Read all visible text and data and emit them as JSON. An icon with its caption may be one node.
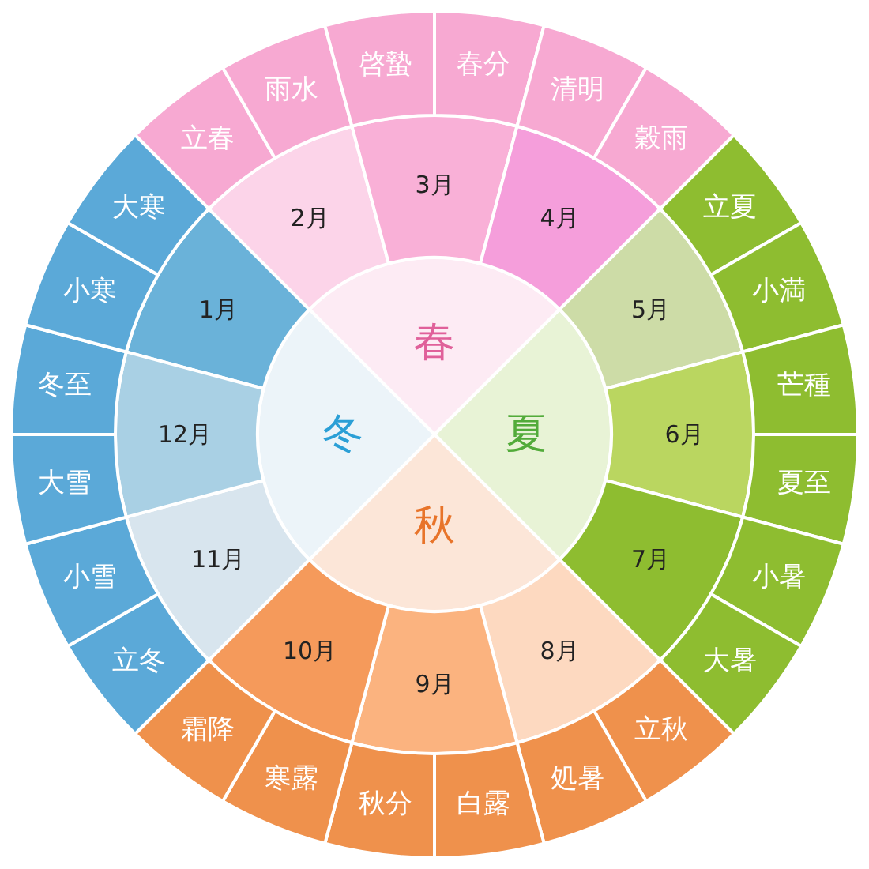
{
  "diagram": {
    "nodes": [
      {
        "text": [
          "春"
        ]
      },
      {
        "text": [
          "夏"
        ]
      },
      {
        "text": [
          "秋"
        ]
      },
      {
        "text": [
          "冬"
        ]
      },
      {
        "text": [
          "1月"
        ]
      },
      {
        "text": [
          "2月"
        ]
      },
      {
        "text": [
          "3月"
        ]
      },
      {
        "text": [
          "4月"
        ]
      },
      {
        "text": [
          "5月"
        ]
      },
      {
        "text": [
          "6月"
        ]
      },
      {
        "text": [
          "7月"
        ]
      },
      {
        "text": [
          "8月"
        ]
      },
      {
        "text": [
          "9月"
        ]
      },
      {
        "text": [
          "10月"
        ]
      },
      {
        "text": [
          "11月"
        ]
      },
      {
        "text": [
          "12月"
        ]
      },
      {
        "text": [
          "立春"
        ]
      },
      {
        "text": [
          "雨水"
        ]
      },
      {
        "text": [
          "啓蟄"
        ]
      },
      {
        "text": [
          "春分"
        ]
      },
      {
        "text": [
          "清明"
        ]
      },
      {
        "text": [
          "穀雨"
        ]
      },
      {
        "text": [
          "立夏"
        ]
      },
      {
        "text": [
          "小満"
        ]
      },
      {
        "text": [
          "芒種"
        ]
      },
      {
        "text": [
          "夏至"
        ]
      },
      {
        "text": [
          "小暑"
        ]
      },
      {
        "text": [
          "大暑"
        ]
      },
      {
        "text": [
          "立秋"
        ]
      },
      {
        "text": [
          "処暑"
        ]
      },
      {
        "text": [
          "白露"
        ]
      },
      {
        "text": [
          "秋分"
        ]
      },
      {
        "text": [
          "寒露"
        ]
      },
      {
        "text": [
          "霜降"
        ]
      },
      {
        "text": [
          "立冬"
        ]
      },
      {
        "text": [
          "小雪"
        ]
      },
      {
        "text": [
          "大雪"
        ]
      },
      {
        "text": [
          "冬至"
        ]
      },
      {
        "text": [
          "小寒"
        ]
      },
      {
        "text": [
          "大寒"
        ]
      }
    ]
  }
}
